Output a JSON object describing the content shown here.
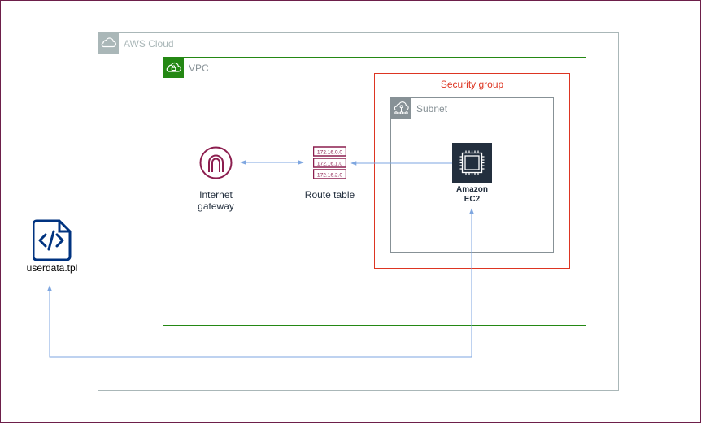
{
  "groups": {
    "aws_cloud": "AWS Cloud",
    "vpc": "VPC",
    "security_group": "Security group",
    "subnet": "Subnet"
  },
  "nodes": {
    "internet_gateway": {
      "line1": "Internet",
      "line2": "gateway"
    },
    "route_table": {
      "label": "Route table",
      "entries": [
        "172.16.0.0",
        "172.16.1.0",
        "172.16.2.0"
      ]
    },
    "ec2": {
      "line1": "Amazon",
      "line2": "EC2"
    },
    "userdata": {
      "label": "userdata.tpl"
    }
  },
  "colors": {
    "aws_cloud": "#aab7b8",
    "vpc": "#248814",
    "security_group": "#dd3522",
    "subnet": "#879196",
    "gateway": "#8c1e4f",
    "ec2_bg": "#232f3e",
    "file_icon": "#003380",
    "edge": "#7ea6e0"
  },
  "edges": [
    {
      "from": "internet_gateway",
      "to": "route_table",
      "arrows": "both"
    },
    {
      "from": "ec2",
      "to": "route_table",
      "arrows": "end"
    },
    {
      "from": "userdata",
      "to": "ec2",
      "arrows": "both"
    }
  ]
}
